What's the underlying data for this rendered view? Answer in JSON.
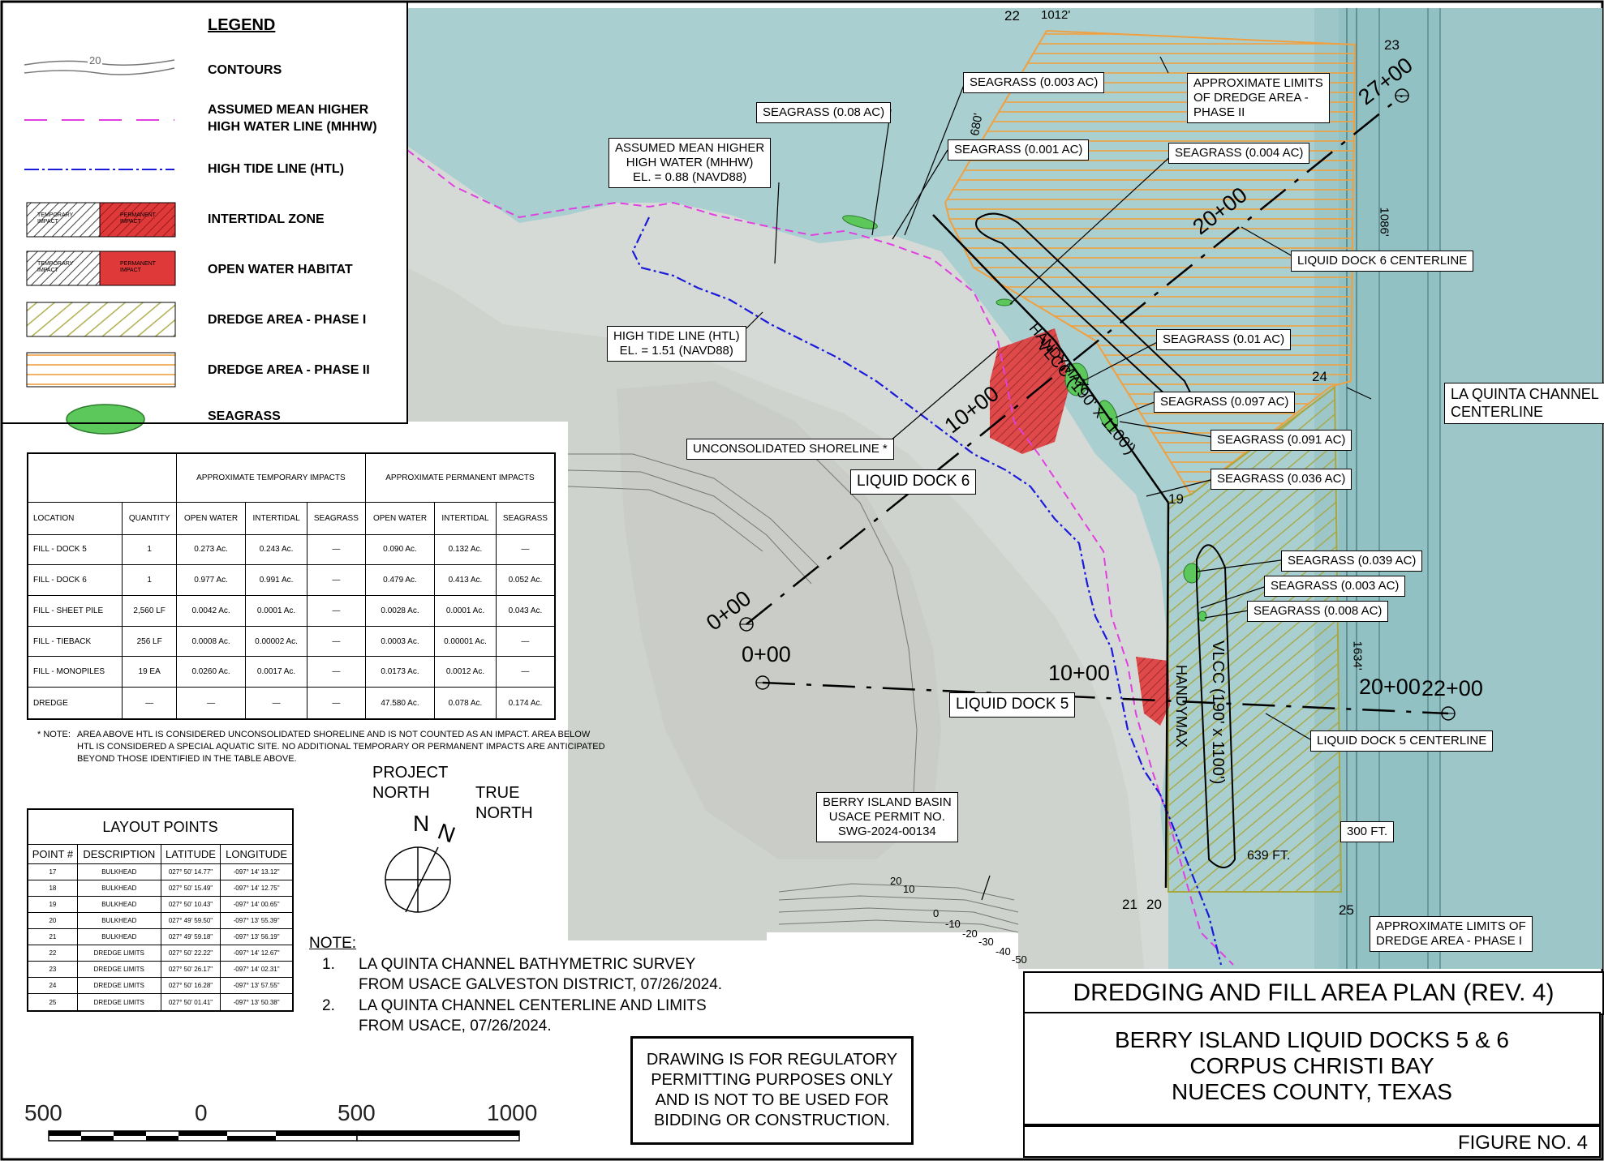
{
  "legend": {
    "title": "LEGEND",
    "contour_sample": "20",
    "items": [
      {
        "label": "CONTOURS"
      },
      {
        "label": "ASSUMED MEAN HIGHER",
        "label2": "HIGH WATER LINE (MHHW)"
      },
      {
        "label": "HIGH TIDE LINE (HTL)"
      },
      {
        "label": "INTERTIDAL ZONE"
      },
      {
        "label": "OPEN WATER HABITAT"
      },
      {
        "label": "DREDGE AREA - PHASE I"
      },
      {
        "label": "DREDGE AREA - PHASE II"
      },
      {
        "label": "SEAGRASS"
      }
    ],
    "swatch_temp": "TEMPORARY IMPACT",
    "swatch_perm": "PERMANENT IMPACT"
  },
  "impacts_table": {
    "group_temp": "APPROXIMATE TEMPORARY IMPACTS",
    "group_perm": "APPROXIMATE PERMANENT IMPACTS",
    "headers": [
      "LOCATION",
      "QUANTITY",
      "OPEN WATER",
      "INTERTIDAL",
      "SEAGRASS",
      "OPEN WATER",
      "INTERTIDAL",
      "SEAGRASS"
    ],
    "rows": [
      [
        "FILL - DOCK 5",
        "1",
        "0.273 Ac.",
        "0.243 Ac.",
        "—",
        "0.090 Ac.",
        "0.132 Ac.",
        "—"
      ],
      [
        "FILL - DOCK 6",
        "1",
        "0.977 Ac.",
        "0.991 Ac.",
        "—",
        "0.479 Ac.",
        "0.413 Ac.",
        "0.052 Ac."
      ],
      [
        "FILL - SHEET PILE",
        "2,560 LF",
        "0.0042 Ac.",
        "0.0001 Ac.",
        "—",
        "0.0028 Ac.",
        "0.0001 Ac.",
        "0.043 Ac."
      ],
      [
        "FILL - TIEBACK",
        "256 LF",
        "0.0008 Ac.",
        "0.00002 Ac.",
        "—",
        "0.0003 Ac.",
        "0.00001 Ac.",
        "—"
      ],
      [
        "FILL - MONOPILES",
        "19 EA",
        "0.0260 Ac.",
        "0.0017 Ac.",
        "—",
        "0.0173 Ac.",
        "0.0012 Ac.",
        "—"
      ],
      [
        "DREDGE",
        "—",
        "—",
        "—",
        "—",
        "47.580 Ac.",
        "0.078 Ac.",
        "0.174 Ac."
      ]
    ],
    "note_label": "* NOTE:",
    "note_lines": [
      "AREA ABOVE HTL IS CONSIDERED UNCONSOLIDATED SHORELINE AND IS NOT COUNTED AS AN IMPACT.  AREA BELOW",
      "HTL IS CONSIDERED A SPECIAL AQUATIC SITE.  NO ADDITIONAL TEMPORARY OR PERMANENT IMPACTS ARE ANTICIPATED",
      "BEYOND THOSE IDENTIFIED IN THE TABLE ABOVE."
    ]
  },
  "layout_points": {
    "title": "LAYOUT POINTS",
    "headers": [
      "POINT #",
      "DESCRIPTION",
      "LATITUDE",
      "LONGITUDE"
    ],
    "rows": [
      [
        "17",
        "BULKHEAD",
        "027° 50' 14.77\"",
        "-097° 14' 13.12\""
      ],
      [
        "18",
        "BULKHEAD",
        "027° 50' 15.49\"",
        "-097° 14' 12.75\""
      ],
      [
        "19",
        "BULKHEAD",
        "027° 50' 10.43\"",
        "-097° 14' 00.65\""
      ],
      [
        "20",
        "BULKHEAD",
        "027° 49' 59.50\"",
        "-097° 13' 55.39\""
      ],
      [
        "21",
        "BULKHEAD",
        "027° 49' 59.18\"",
        "-097° 13' 56.19\""
      ],
      [
        "22",
        "DREDGE LIMITS",
        "027° 50' 22.22\"",
        "-097° 14' 12.67\""
      ],
      [
        "23",
        "DREDGE LIMITS",
        "027° 50' 26.17\"",
        "-097° 14' 02.31\""
      ],
      [
        "24",
        "DREDGE LIMITS",
        "027° 50' 16.28\"",
        "-097° 13' 57.55\""
      ],
      [
        "25",
        "DREDGE LIMITS",
        "027° 50' 01.41\"",
        "-097° 13' 50.38\""
      ]
    ]
  },
  "north": {
    "project": "PROJECT",
    "project2": "NORTH",
    "true": "TRUE",
    "true2": "NORTH",
    "n1": "N",
    "n2": "N"
  },
  "notes": {
    "title": "NOTE:",
    "items": [
      {
        "num": "1.",
        "line1": "LA QUINTA CHANNEL BATHYMETRIC SURVEY",
        "line2": "FROM USACE GALVESTON DISTRICT, 07/26/2024."
      },
      {
        "num": "2.",
        "line1": "LA QUINTA CHANNEL CENTERLINE AND LIMITS",
        "line2": "FROM USACE, 07/26/2024."
      }
    ]
  },
  "scale": {
    "labels": [
      "500",
      "0",
      "500",
      "1000"
    ]
  },
  "disclaimer": {
    "lines": [
      "DRAWING IS FOR REGULATORY",
      "PERMITTING PURPOSES ONLY",
      "AND IS NOT TO BE USED FOR",
      "BIDDING OR CONSTRUCTION."
    ]
  },
  "title_block": {
    "title": "DREDGING AND FILL AREA PLAN (REV. 4)",
    "project_lines": [
      "BERRY ISLAND LIQUID DOCKS 5 & 6",
      "CORPUS CHRISTI BAY",
      "NUECES COUNTY, TEXAS"
    ],
    "figure": "FIGURE NO. 4"
  },
  "map_labels": {
    "seagrass_003": "SEAGRASS  (0.003 AC)",
    "seagrass_008": "SEAGRASS  (0.08 AC)",
    "seagrass_001": "SEAGRASS  (0.001 AC)",
    "seagrass_004": "SEAGRASS  (0.004 AC)",
    "seagrass_01": "SEAGRASS  (0.01 AC)",
    "seagrass_097": "SEAGRASS  (0.097 AC)",
    "seagrass_091": "SEAGRASS  (0.091 AC)",
    "seagrass_036": "SEAGRASS  (0.036 AC)",
    "seagrass_039": "SEAGRASS  (0.039 AC)",
    "seagrass_0003b": "SEAGRASS  (0.003 AC)",
    "seagrass_0008b": "SEAGRASS  (0.008 AC)",
    "mhhw": [
      "ASSUMED MEAN HIGHER",
      "HIGH WATER (MHHW)",
      "EL. = 0.88 (NAVD88)"
    ],
    "htl": [
      "HIGH TIDE LINE (HTL)",
      "EL. = 1.51 (NAVD88)"
    ],
    "dredge2": [
      "APPROXIMATE LIMITS",
      "OF DREDGE AREA -",
      "PHASE II"
    ],
    "dredge1": [
      "APPROXIMATE LIMITS OF",
      "DREDGE AREA - PHASE I"
    ],
    "ld6_centerline": "LIQUID DOCK 6 CENTERLINE",
    "ld5_centerline": "LIQUID DOCK 5 CENTERLINE",
    "laquinta": [
      "LA QUINTA CHANNEL",
      "CENTERLINE"
    ],
    "unconsolidated": "UNCONSOLIDATED SHORELINE *",
    "liquid_dock_6": "LIQUID DOCK 6",
    "liquid_dock_5": "LIQUID DOCK 5",
    "berry_basin": [
      "BERRY ISLAND BASIN",
      "USACE PERMIT NO.",
      "SWG-2024-00134"
    ],
    "vlcc": "VLCC (190' x 1100')",
    "handymax": "HANDYMAX",
    "sta_0_ld6": "0+00",
    "sta_10_ld6": "10+00",
    "sta_20_ld6": "20+00",
    "sta_27": "27+00",
    "sta_0_ld5": "0+00",
    "sta_10_ld5": "10+00",
    "sta_20_ld5": "20+00",
    "sta_22_ld5": "22+00",
    "dim_1012": "1012'",
    "dim_680": "680'",
    "dim_1086": "1086'",
    "dim_1634": "1634'",
    "dim_300": "300 FT.",
    "dim_639": "639 FT.",
    "pt_22": "22",
    "pt_23": "23",
    "pt_24": "24",
    "pt_19": "19",
    "pt_20": "20",
    "pt_21": "21",
    "pt_25": "25",
    "contours": [
      "20",
      "10",
      "0",
      "-10",
      "-20",
      "-30",
      "-40",
      "-50"
    ]
  },
  "colors": {
    "mhhw": "#e040e0",
    "htl": "#1a1adb",
    "seagrass": "#5cc85c",
    "impact": "#e0393a",
    "phase1": "#b8b850",
    "phase2": "#f0a040",
    "water": "#a9cfd0",
    "land": "#d9dcd8"
  }
}
